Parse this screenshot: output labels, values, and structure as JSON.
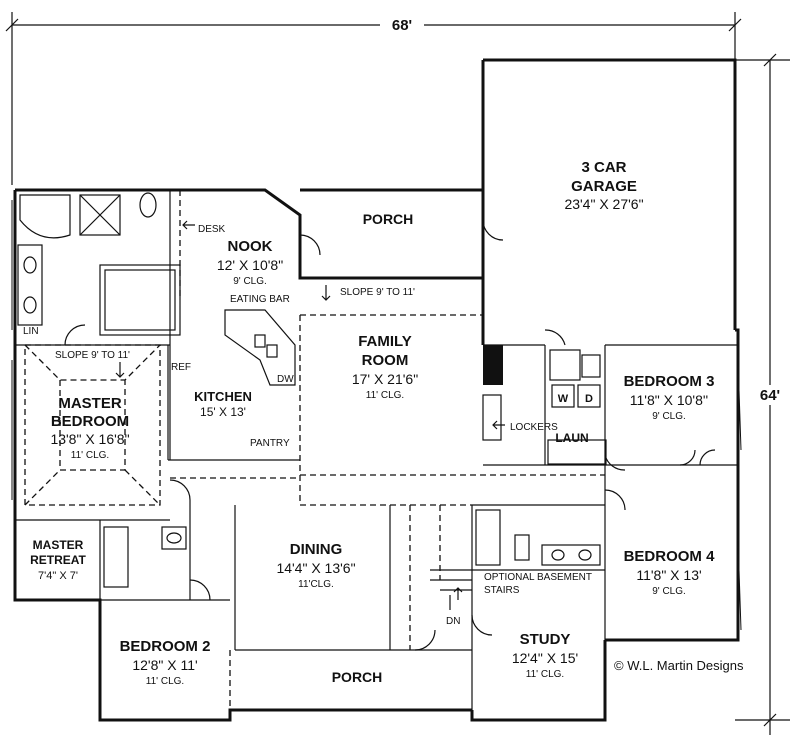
{
  "overall": {
    "width": "68'",
    "depth": "64'"
  },
  "rooms": {
    "garage": {
      "line1": "3 CAR",
      "line2": "GARAGE",
      "dims": "23'4\" X 27'6\""
    },
    "porch_rear": {
      "name": "PORCH"
    },
    "nook": {
      "name": "NOOK",
      "dims": "12' X 10'8\"",
      "ceiling": "9' CLG."
    },
    "family": {
      "line1": "FAMILY",
      "line2": "ROOM",
      "dims": "17' X 21'6\"",
      "ceiling": "11' CLG."
    },
    "kitchen": {
      "name": "KITCHEN",
      "dims": "15' X 13'"
    },
    "master": {
      "line1": "MASTER",
      "line2": "BEDROOM",
      "dims": "13'8\" X 16'8\"",
      "ceiling": "11' CLG."
    },
    "retreat": {
      "line1": "MASTER",
      "line2": "RETREAT",
      "dims": "7'4\" X 7'"
    },
    "bed2": {
      "name": "BEDROOM 2",
      "dims": "12'8\" X 11'",
      "ceiling": "11' CLG."
    },
    "dining": {
      "name": "DINING",
      "dims": "14'4\" X 13'6\"",
      "ceiling": "11'CLG."
    },
    "porch_front": {
      "name": "PORCH"
    },
    "study": {
      "name": "STUDY",
      "dims": "12'4\" X 15'",
      "ceiling": "11' CLG."
    },
    "bed3": {
      "name": "BEDROOM 3",
      "dims": "11'8\" X 10'8''",
      "ceiling": "9' CLG."
    },
    "bed4": {
      "name": "BEDROOM 4",
      "dims": "11'8\" X 13'",
      "ceiling": "9' CLG."
    }
  },
  "labels": {
    "desk": "DESK",
    "eating_bar": "EATING BAR",
    "ref": "REF",
    "dw": "DW",
    "pantry": "PANTRY",
    "lin": "LIN",
    "lockers": "LOCKERS",
    "laun": "LAUN",
    "washer": "W",
    "dryer": "D",
    "dn": "DN",
    "basement1": "OPTIONAL BASEMENT",
    "basement2": "STAIRS",
    "slope_family": "SLOPE 9' TO 11'",
    "slope_master": "SLOPE 9' TO 11'"
  },
  "credit": "© W.L. Martin Designs"
}
